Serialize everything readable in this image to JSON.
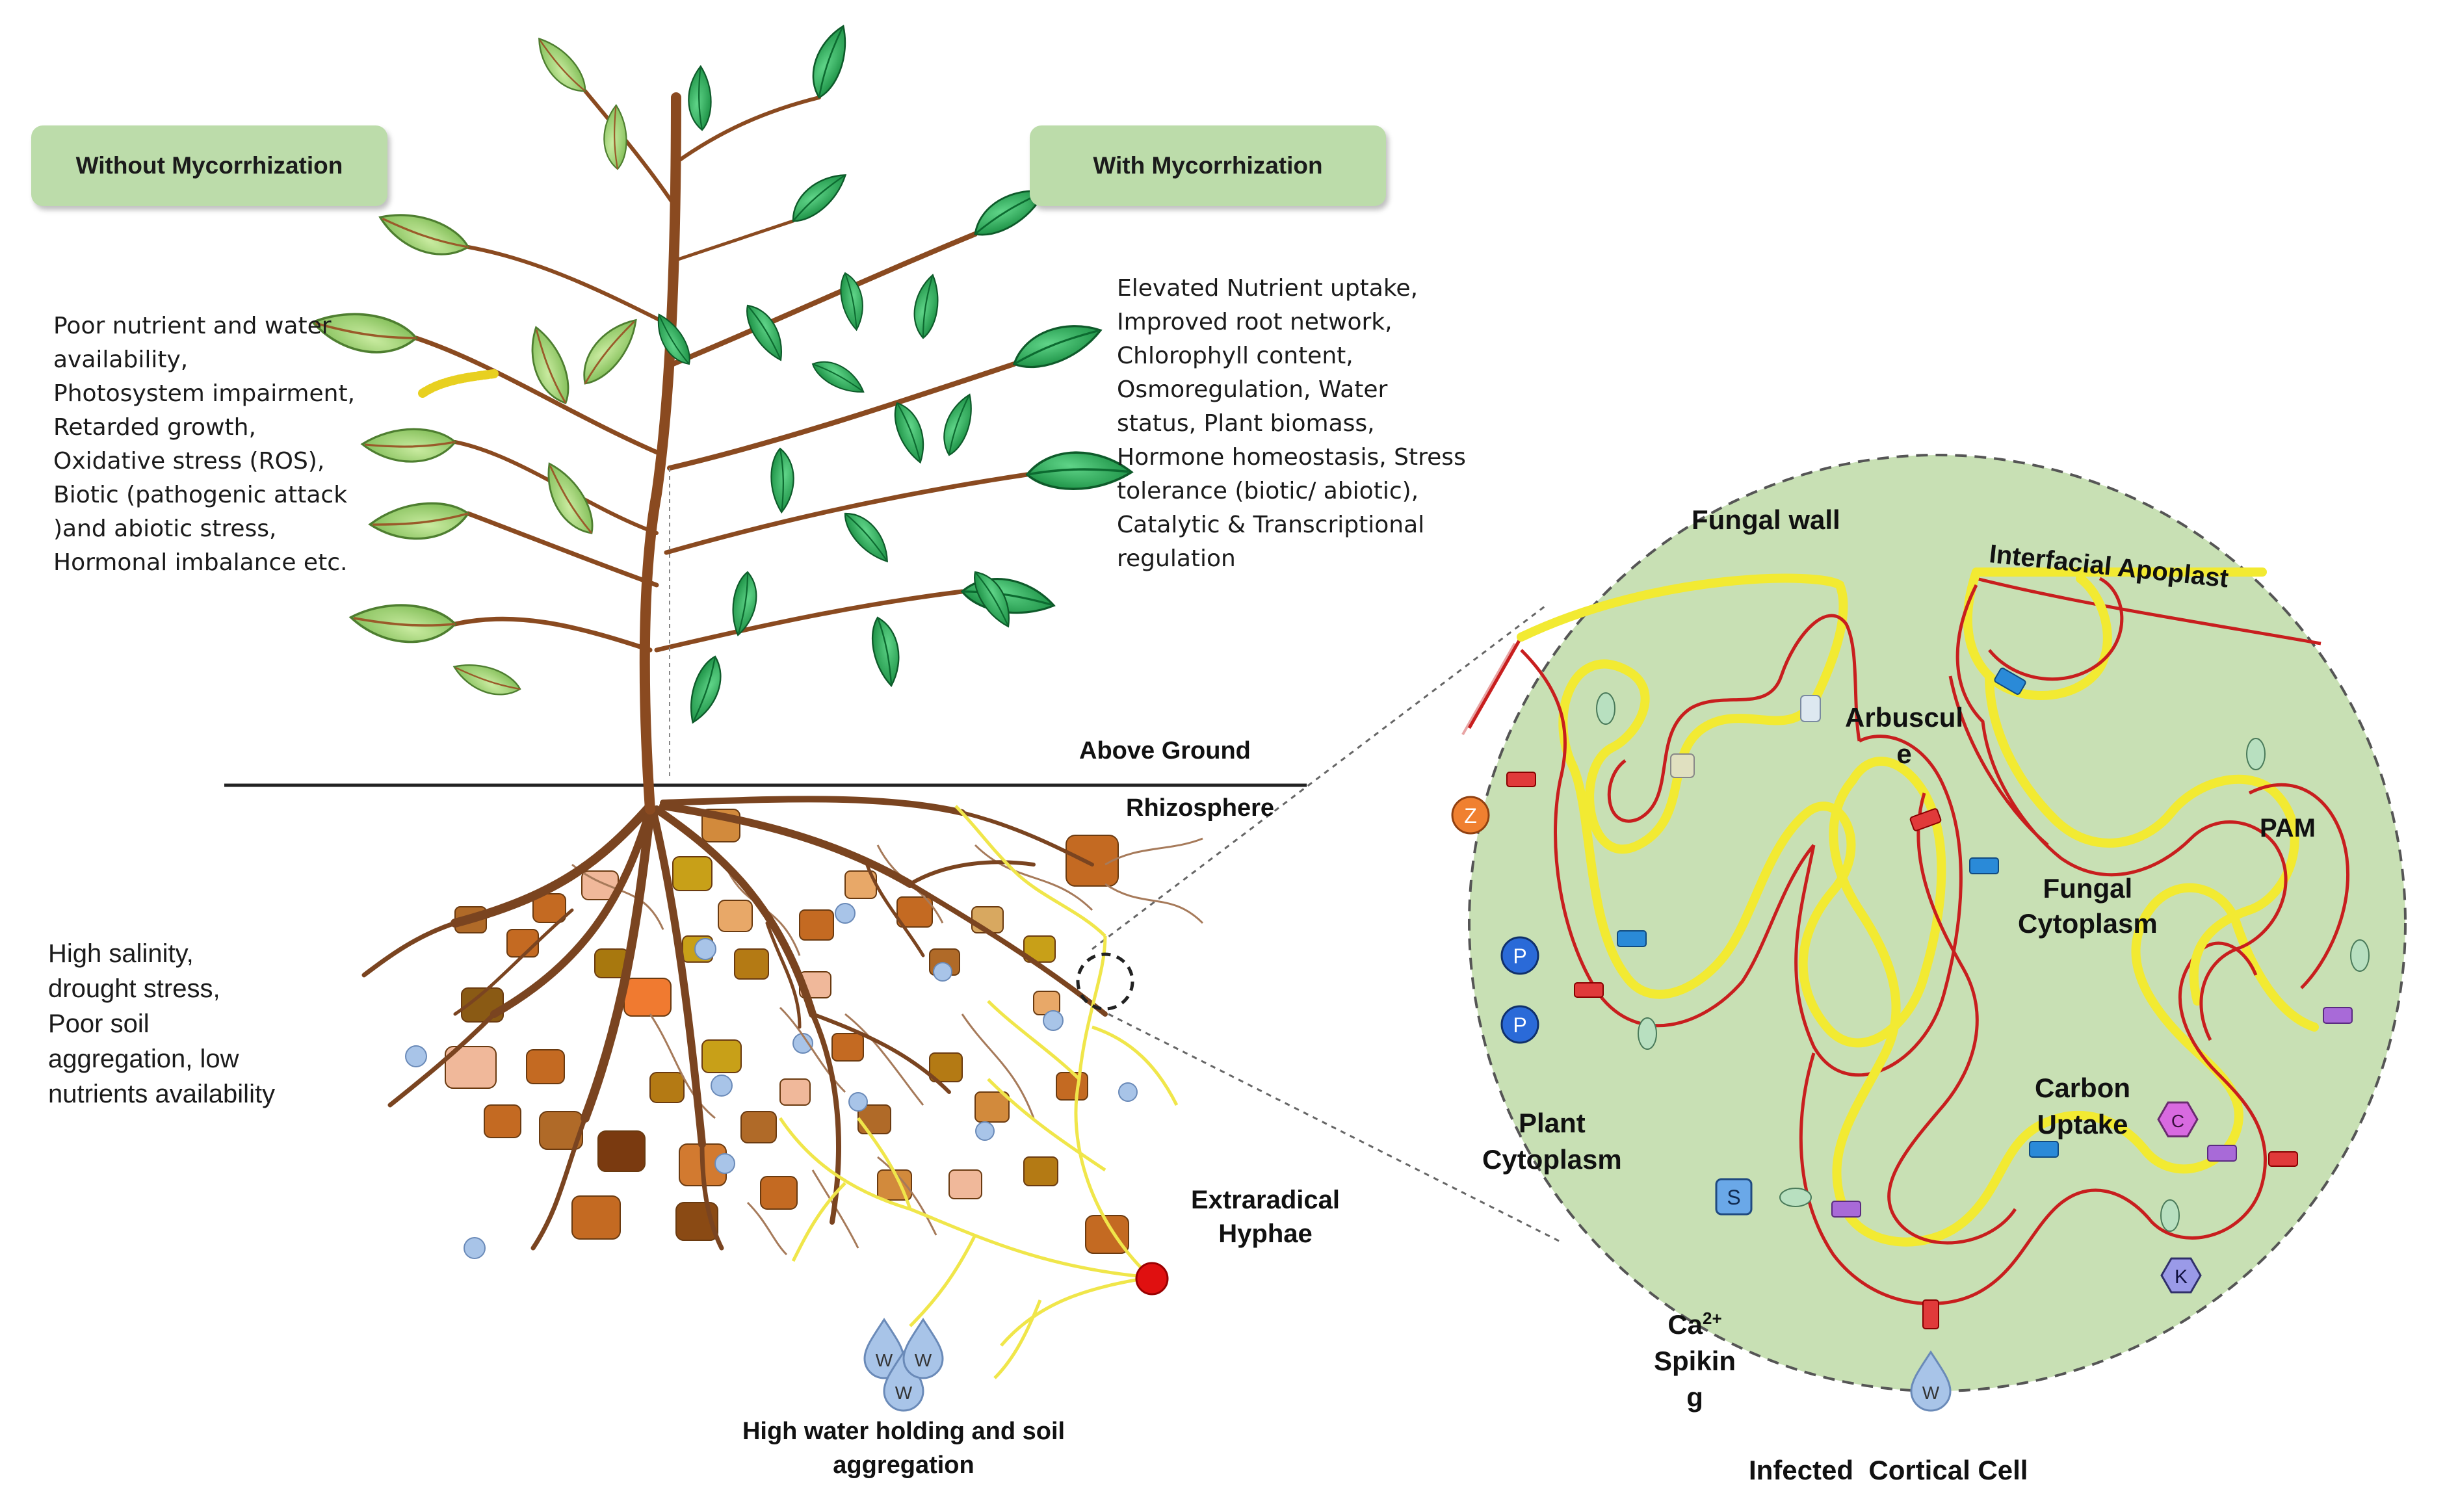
{
  "boxes": {
    "without": "Without Mycorrhization",
    "with": "With Mycorrhization"
  },
  "without_effects": [
    "Poor nutrient and water",
    "availability,",
    "Photosystem impairment,",
    "Retarded growth,",
    "Oxidative stress (ROS),",
    "Biotic (pathogenic attack",
    ")and abiotic stress,",
    "Hormonal imbalance etc."
  ],
  "with_effects": [
    "Elevated Nutrient uptake,",
    "Improved root network,",
    "Chlorophyll content,",
    "Osmoregulation, Water",
    "status, Plant biomass,",
    "Hormone homeostasis, Stress",
    "tolerance (biotic/ abiotic),",
    "Catalytic & Transcriptional",
    "regulation"
  ],
  "soil_conditions": [
    "High salinity,",
    "drought stress,",
    "Poor soil",
    "aggregation, low",
    "nutrients availability"
  ],
  "labels": {
    "above_ground": "Above Ground",
    "rhizosphere": "Rhizosphere",
    "extraradical_1": "Extraradical",
    "extraradical_2": "Hyphae",
    "water_1": "High water holding and soil",
    "water_2": "aggregation",
    "infected_cell": "Infected  Cortical Cell"
  },
  "cell_labels": {
    "fungal_wall": "Fungal wall",
    "interfacial_apoplast": "Interfacial Apoplast",
    "arbuscule_1": "Arbuscul",
    "arbuscule_2": "e",
    "pam": "PAM",
    "fungal_cytoplasm_1": "Fungal",
    "fungal_cytoplasm_2": "Cytoplasm",
    "plant_cytoplasm_1": "Plant",
    "plant_cytoplasm_2": "Cytoplasm",
    "carbon_uptake_1": "Carbon",
    "carbon_uptake_2": "Uptake",
    "ca": "Ca",
    "ca_sup": "2+",
    "spiking_1": "Spikin",
    "spiking_2": "g"
  },
  "ions": {
    "z": "Z",
    "p1": "P",
    "p2": "P",
    "s": "S",
    "c": "C",
    "k": "K",
    "w": "W",
    "w1": "W",
    "w2": "W",
    "w3": "W"
  },
  "colors": {
    "leaf_light": "#8cc864",
    "leaf_dark": "#1f9a4a",
    "stem": "#8a4a20",
    "root": "#7a4420",
    "hyphae": "#f0e64a",
    "cell_bg": "#c8e0b4",
    "membrane_red": "#c81e1e",
    "fungal_yellow": "#f2ea32",
    "tag_bg": "#bcdcaa"
  }
}
